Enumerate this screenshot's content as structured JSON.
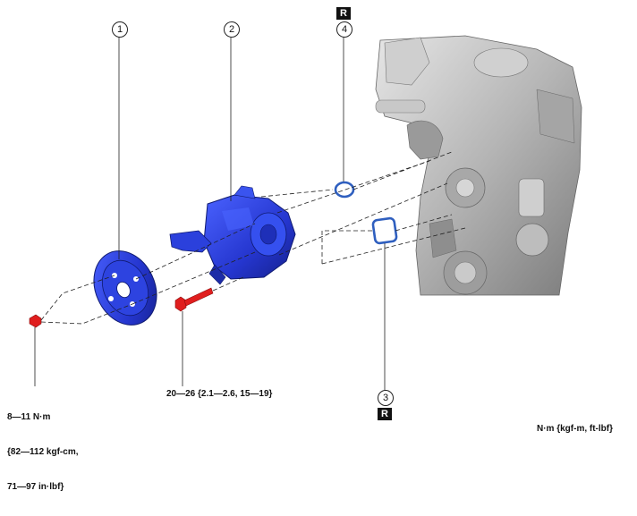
{
  "callouts": {
    "pulley": "1",
    "pump": "2",
    "gasket": "3",
    "oring": "4"
  },
  "badges": {
    "replace_top": "R",
    "replace_bottom": "R"
  },
  "torque": {
    "pulley_bolts_line1": "8—11 N·m",
    "pulley_bolts_line2": "{82—112 kgf-cm,",
    "pulley_bolts_line3": "71—97 in·lbf}",
    "pump_bolt": "20—26 {2.1—2.6, 15—19}"
  },
  "units_legend": "N·m {kgf-m, ft-lbf}",
  "colors": {
    "part_blue": "#2a3fd6",
    "part_dark": "#1a2aa0",
    "bolt_red": "#e01e1e",
    "seal_blue": "#2f5fbf",
    "engine_gray": "#b8b8b8"
  }
}
